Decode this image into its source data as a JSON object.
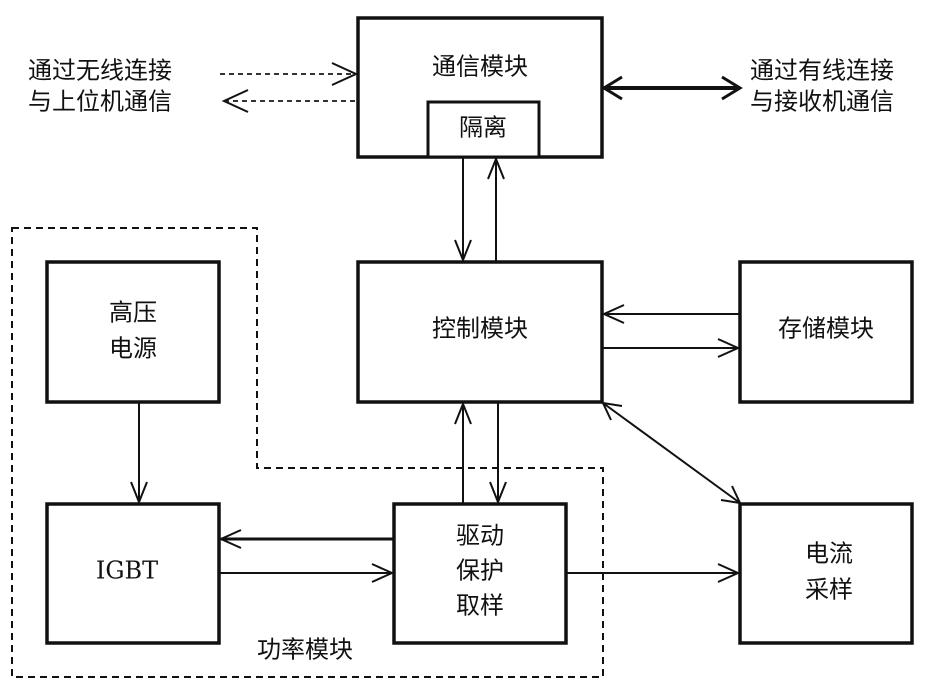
{
  "diagram": {
    "external_left": {
      "line1": "通过无线连接",
      "line2": "与上位机通信",
      "link_style": "dashed, bidirectional (two arrows)"
    },
    "external_right": {
      "line1": "通过有线连接",
      "line2": "与接收机通信",
      "link_style": "solid thick, double-headed"
    },
    "blocks": {
      "comm": {
        "label": "通信模块",
        "sub_label": "隔离"
      },
      "control": {
        "label": "控制模块"
      },
      "storage": {
        "label": "存储模块"
      },
      "hv_power": {
        "line1": "高压",
        "line2": "电源"
      },
      "igbt": {
        "label": "IGBT"
      },
      "drive": {
        "line1": "驱动",
        "line2": "保护",
        "line3": "取样"
      },
      "current": {
        "line1": "电流",
        "line2": "采样"
      }
    },
    "group": {
      "label": "功率模块"
    },
    "connections": [
      {
        "from": "隔离",
        "to": "控制模块"
      },
      {
        "from": "控制模块",
        "to": "隔离"
      },
      {
        "from": "存储模块",
        "to": "控制模块"
      },
      {
        "from": "控制模块",
        "to": "存储模块"
      },
      {
        "from": "控制模块",
        "to": "电流采样",
        "bidirectional": true
      },
      {
        "from": "驱动保护取样",
        "to": "控制模块"
      },
      {
        "from": "控制模块",
        "to": "驱动保护取样"
      },
      {
        "from": "高压电源",
        "to": "IGBT"
      },
      {
        "from": "驱动保护取样",
        "to": "IGBT"
      },
      {
        "from": "IGBT",
        "to": "驱动保护取样"
      },
      {
        "from": "驱动保护取样",
        "to": "电流采样"
      }
    ]
  }
}
